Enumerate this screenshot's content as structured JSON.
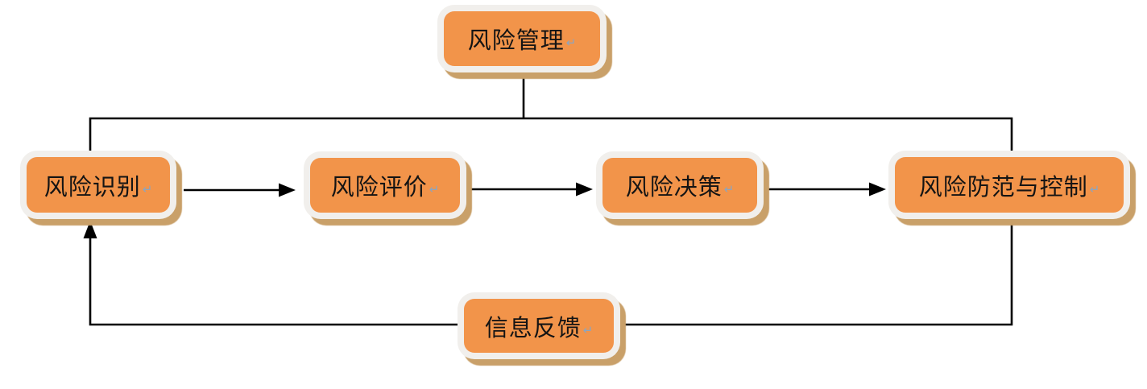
{
  "diagram": {
    "type": "flowchart",
    "language": "zh-CN",
    "nodes": [
      {
        "id": "risk-management",
        "label": "风险管理"
      },
      {
        "id": "risk-identification",
        "label": "风险识别"
      },
      {
        "id": "risk-evaluation",
        "label": "风险评价"
      },
      {
        "id": "risk-decision",
        "label": "风险决策"
      },
      {
        "id": "risk-prevention-control",
        "label": "风险防范与控制"
      },
      {
        "id": "information-feedback",
        "label": "信息反馈"
      }
    ],
    "edges": [
      {
        "from": "risk-management",
        "to": "risk-identification",
        "type": "line",
        "note": "branch of top T-connector"
      },
      {
        "from": "risk-management",
        "to": "risk-prevention-control",
        "type": "line",
        "note": "branch of top T-connector"
      },
      {
        "from": "risk-identification",
        "to": "risk-evaluation",
        "type": "arrow"
      },
      {
        "from": "risk-evaluation",
        "to": "risk-decision",
        "type": "arrow"
      },
      {
        "from": "risk-decision",
        "to": "risk-prevention-control",
        "type": "arrow"
      },
      {
        "from": "risk-prevention-control",
        "to": "risk-identification",
        "type": "arrow",
        "via": "information-feedback"
      }
    ],
    "return_mark": "↵",
    "colors": {
      "node_fill": "#F2944A",
      "node_border": "#F1EFEC",
      "node_shadow": "#C9A069",
      "connector": "#000000",
      "text": "#141414",
      "return_mark": "#8CA5C0",
      "background": "#FFFFFF"
    }
  }
}
